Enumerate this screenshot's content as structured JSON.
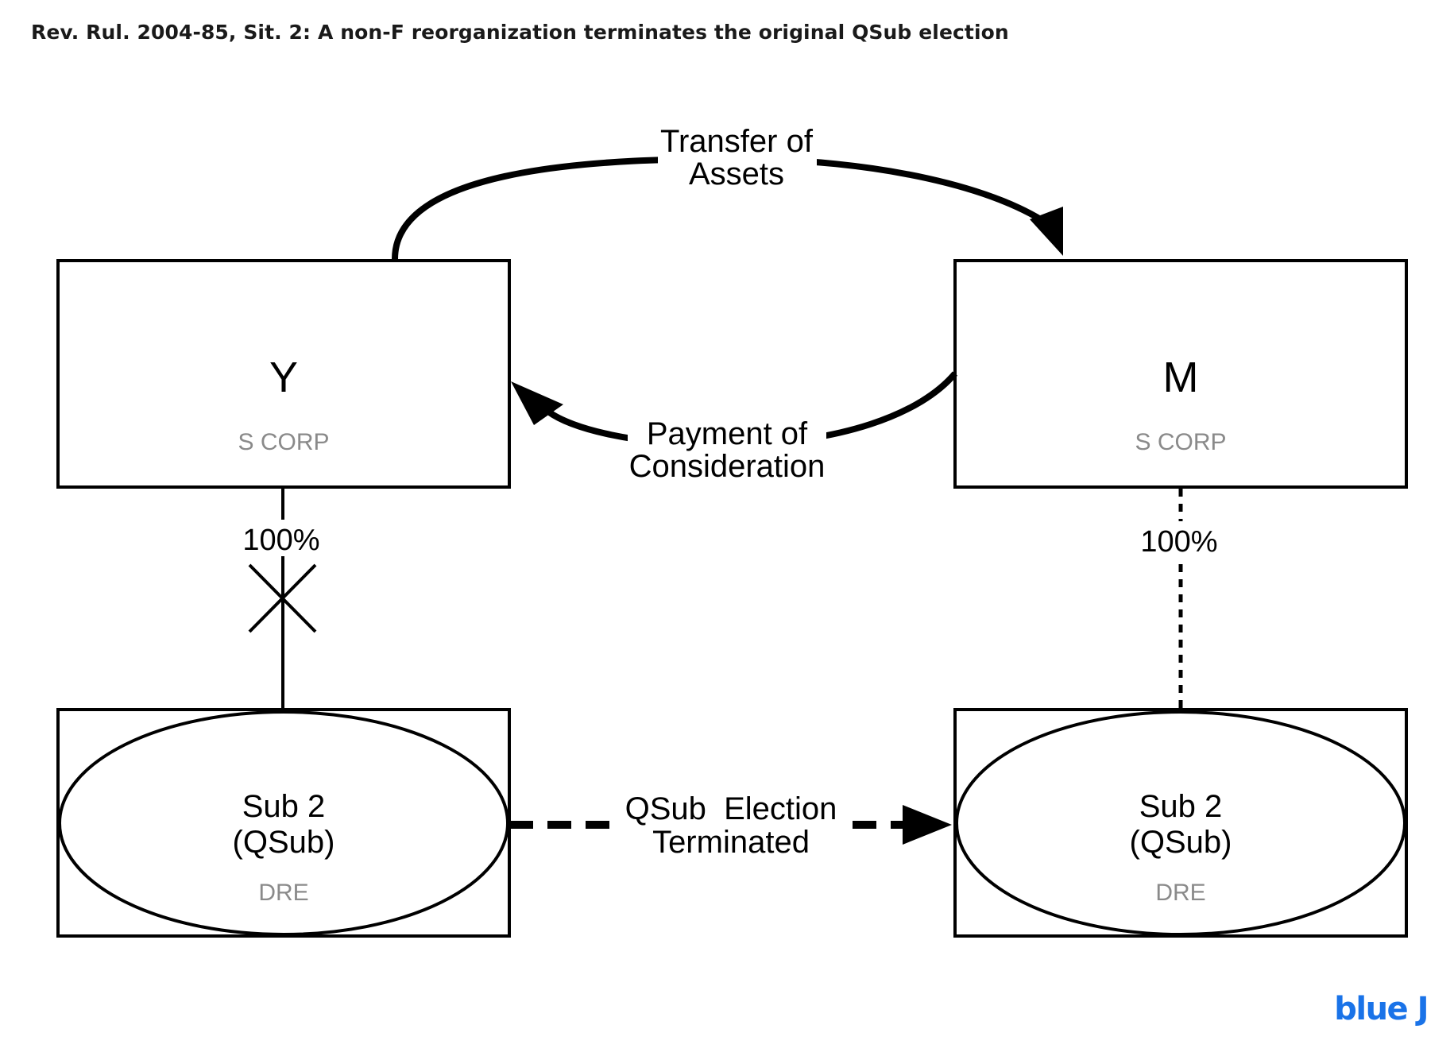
{
  "title": "Rev. Rul. 2004-85, Sit. 2: A non-F reorganization terminates the original QSub election",
  "brand": {
    "text": "blue J",
    "color": "#1a73e8"
  },
  "entities": {
    "y": {
      "name": "Y",
      "type": "S CORP"
    },
    "m": {
      "name": "M",
      "type": "S CORP"
    },
    "sub_left": {
      "name_line1": "Sub 2",
      "name_line2": "(QSub)",
      "type": "DRE"
    },
    "sub_right": {
      "name_line1": "Sub 2",
      "name_line2": "(QSub)",
      "type": "DRE"
    }
  },
  "edges": {
    "transfer": {
      "line1": "Transfer of",
      "line2": "Assets"
    },
    "payment": {
      "line1": "Payment of",
      "line2": "Consideration"
    },
    "election": {
      "line1": "QSub  Election",
      "line2": "Terminated"
    },
    "own_left": {
      "label": "100%",
      "severed": true
    },
    "own_right": {
      "label": "100%",
      "style": "dotted"
    }
  }
}
